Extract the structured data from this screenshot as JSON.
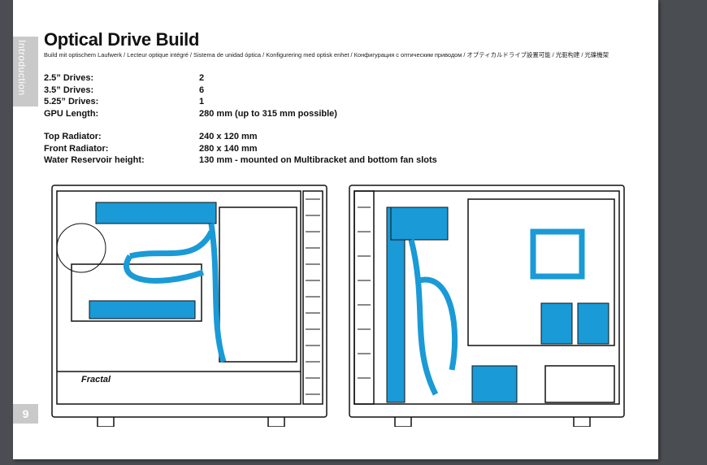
{
  "sidebar": {
    "section": "Introduction",
    "page_number": "9"
  },
  "title": "Optical Drive Build",
  "subtitle": "Build mit optischem Laufwerk / Lecteur optique intégré / Sistema de unidad óptica / Konfigurering med optisk enhet / Конфигурация с оптическим приводом  / オプティカルドライブ設置可能 / 光驱构建 / 光碟機架",
  "specs1": [
    {
      "label": "2.5” Drives:",
      "value": "2"
    },
    {
      "label": "3.5” Drives:",
      "value": "6"
    },
    {
      "label": "5.25” Drives:",
      "value": "1"
    },
    {
      "label": "GPU Length:",
      "value": "280 mm (up to 315 mm possible)"
    }
  ],
  "specs2": [
    {
      "label": "Top Radiator:",
      "value": "240 x 120 mm"
    },
    {
      "label": "Front Radiator:",
      "value": "280 x 140 mm"
    },
    {
      "label": "Water Reservoir height:",
      "value": "130 mm - mounted on Multibracket and bottom fan slots"
    }
  ],
  "illustration": {
    "brand": "Fractal",
    "accent": "#1a9ad6"
  }
}
